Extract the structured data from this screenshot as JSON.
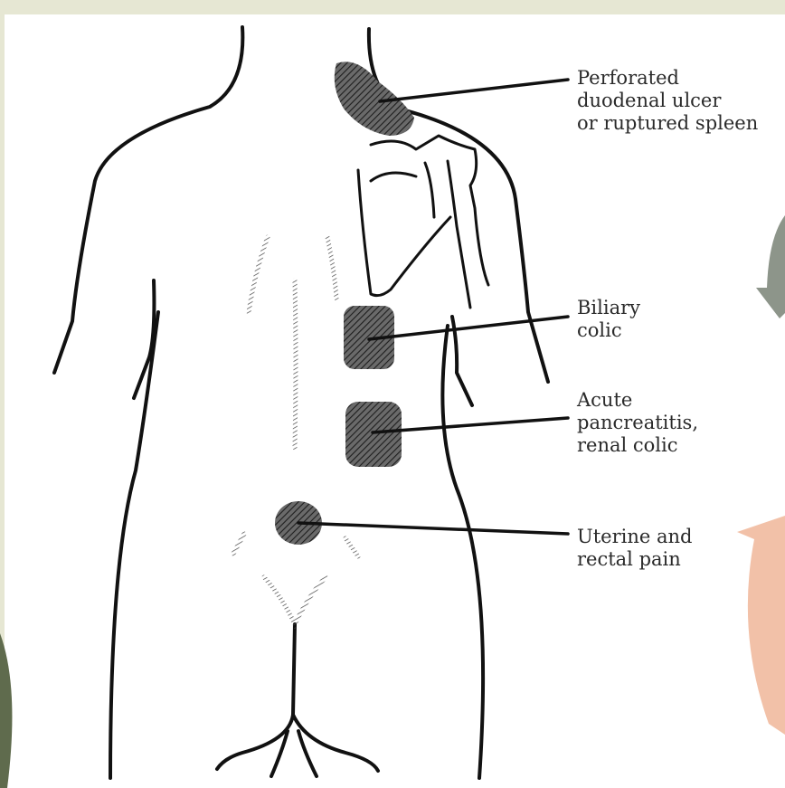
{
  "labels": {
    "perforated": "Perforated\nduodenal ulcer\nor ruptured spleen",
    "biliary": "Biliary\ncolic",
    "pancreatitis": "Acute\npancreatitis,\nrenal colic",
    "uterine": "Uterine and\nrectal pain"
  },
  "colors": {
    "background": "#e6e7d3",
    "panel": "#ffffff",
    "outline": "#111111",
    "hatch": "#3a3a3a",
    "arrow_gray": "#8d958a",
    "arrow_peach": "#f2c1a8",
    "corner_green": "#5f6b4d"
  }
}
